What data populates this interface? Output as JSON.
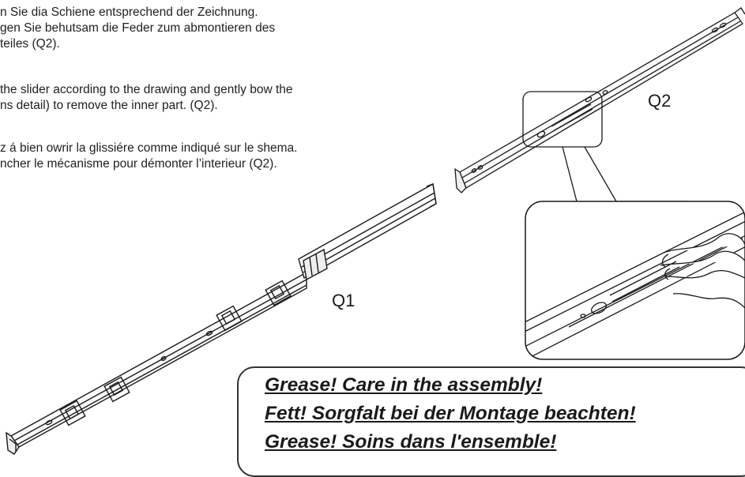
{
  "instructions": {
    "german": [
      "n Sie dia Schiene entsprechend der Zeichnung.",
      "gen Sie behutsam die Feder zum abmontieren des",
      "teiles (Q2)."
    ],
    "english": [
      "the slider according to the drawing and gently bow the",
      "ns detail) to remove the inner part. (Q2)."
    ],
    "french": [
      "z á bien owrir la glissiére comme indiqué sur le shema.",
      "ncher le mécanisme pour démonter l’interieur (Q2)."
    ]
  },
  "labels": {
    "q1": "Q1",
    "q2": "Q2"
  },
  "warning": {
    "line1": "Grease! Care in the assembly!",
    "line2": "Fett! Sorgfalt bei der Montage beachten!",
    "line3": "Grease! Soins dans l'ensemble!"
  },
  "colors": {
    "ink": "#1a1a1a",
    "paper": "#ffffff"
  }
}
